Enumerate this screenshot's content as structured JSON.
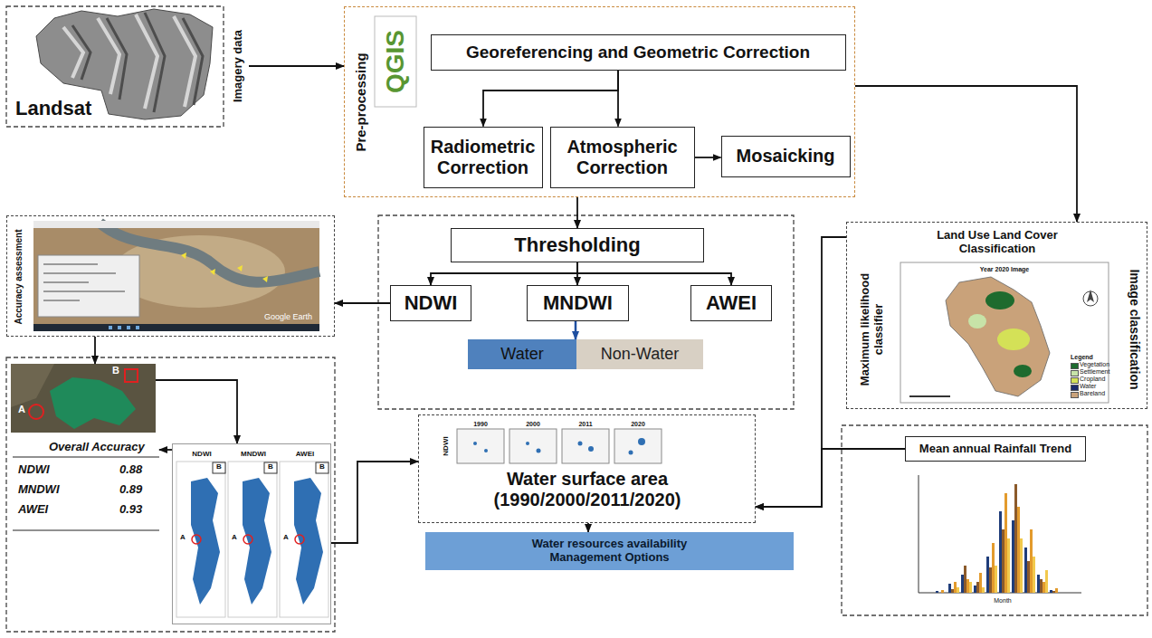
{
  "diagram": {
    "nodes": [
      {
        "text": [
          "Landsat",
          "Imagery data"
        ]
      },
      {
        "text": [
          "Pre-processing"
        ]
      },
      {
        "text": [
          "Georeferencing and Geometric Correction"
        ],
        "in": 1
      },
      {
        "text": [
          "Radiometric Correction"
        ],
        "in": 1
      },
      {
        "text": [
          "Atmospheric Correction"
        ],
        "in": 1
      },
      {
        "text": [
          "Mosaicking"
        ],
        "in": 1
      },
      {
        "text": [
          "Thresholding"
        ]
      },
      {
        "text": [
          "NDWI"
        ]
      },
      {
        "text": [
          "MNDWI"
        ]
      },
      {
        "text": [
          "AWEI"
        ]
      },
      {
        "text": [
          "Water"
        ]
      },
      {
        "text": [
          "Non-Water"
        ]
      },
      {
        "text": [
          "Accuracy assessment"
        ]
      },
      {
        "text": [
          "Land Use Land Cover Classification",
          "Maximum likelihood classifier",
          "Image classification"
        ]
      },
      {
        "text": [
          "A",
          "B"
        ]
      },
      {
        "text": [
          "NDWI",
          "MNDWI",
          "AWEI"
        ]
      },
      {
        "text": [
          "Overall Accuracy",
          "NDWI",
          "0.88",
          "MNDWI",
          "0.89",
          "AWEI",
          "0.93"
        ]
      },
      {
        "text": [
          "Water surface area (1990/2000/2011/2020)"
        ]
      },
      {
        "text": [
          "Water resources availability Management Options"
        ]
      },
      {
        "text": [
          "Mean annual Rainfall Trend"
        ]
      }
    ],
    "edges": [
      {
        "from": 0,
        "to": 1,
        "arrow": "to"
      },
      {
        "from": 2,
        "to": 3,
        "arrow": "to"
      },
      {
        "from": 2,
        "to": 4,
        "arrow": "to"
      },
      {
        "from": 4,
        "to": 5,
        "arrow": "to"
      },
      {
        "from": 1,
        "to": 6,
        "arrow": "to"
      },
      {
        "from": 1,
        "to": 13,
        "arrow": "to"
      },
      {
        "from": 6,
        "to": 7,
        "arrow": "to"
      },
      {
        "from": 6,
        "to": 8,
        "arrow": "to"
      },
      {
        "from": 6,
        "to": 9,
        "arrow": "to"
      },
      {
        "from": 8,
        "to": 10,
        "arrow": "to"
      },
      {
        "from": 7,
        "to": 12,
        "arrow": "to"
      },
      {
        "from": 12,
        "to": 14,
        "arrow": "to"
      },
      {
        "from": 14,
        "to": 15,
        "arrow": "to"
      },
      {
        "from": 15,
        "to": 16,
        "arrow": "to"
      },
      {
        "from": 15,
        "to": 17,
        "arrow": "to"
      },
      {
        "from": 17,
        "to": 18,
        "arrow": "to"
      },
      {
        "from": 13,
        "to": 17,
        "arrow": "to"
      },
      {
        "from": 19,
        "to": 17,
        "arrow": "to"
      }
    ],
    "labels": [
      "QGIS",
      "Google Earth",
      "Year 2020 Image",
      "Legend",
      "A",
      "A",
      "A",
      "B",
      "B",
      "B",
      "NDWI",
      "1990",
      "2000",
      "2011",
      "2020",
      "Month"
    ],
    "legend": [
      {
        "text": "Vegetation",
        "color": "#1e6b2e"
      },
      {
        "text": "Settlement",
        "color": "#c7e3a8"
      },
      {
        "text": "Cropland",
        "color": "#d4e157"
      },
      {
        "text": "Water",
        "color": "#1b2a6b"
      },
      {
        "text": "Bareland",
        "color": "#c9a27a"
      }
    ]
  }
}
